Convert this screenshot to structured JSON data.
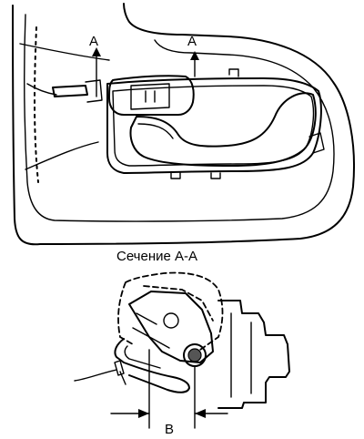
{
  "labels": {
    "section_arrow_left": "A",
    "section_arrow_right": "A",
    "section_title": "Сечение A-A",
    "dimension": "B"
  }
}
